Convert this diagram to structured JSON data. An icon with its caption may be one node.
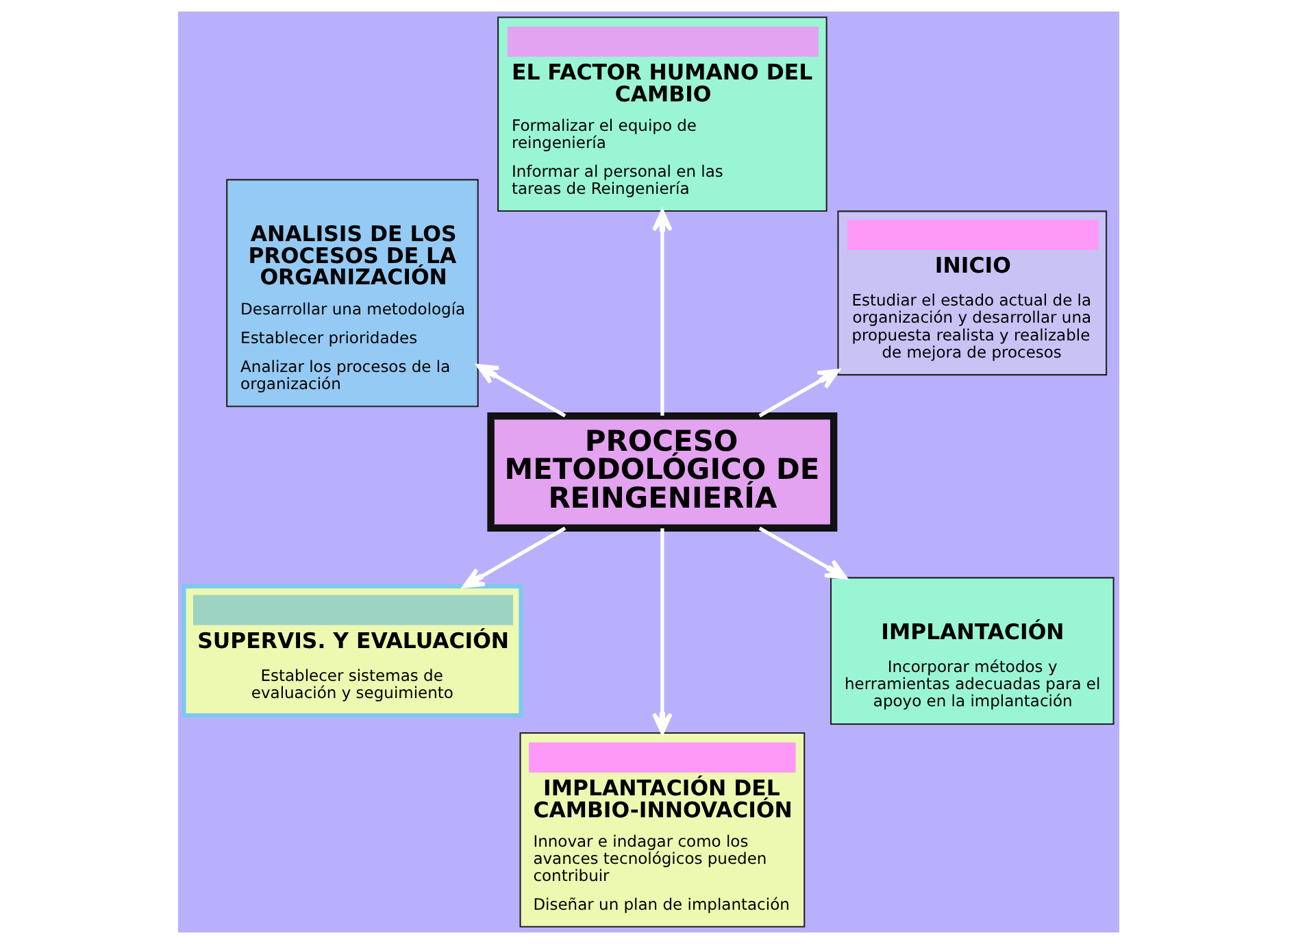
{
  "diagram": {
    "nodes": [
      {
        "text": [
          "INICIO",
          "Estudiar el estado actual de la organización y desarrollar una propuesta realista y realizable de mejora de procesos"
        ]
      },
      {
        "text": [
          "EL FACTOR HUMANO DEL CAMBIO",
          "Formalizar el equipo de reingeniería",
          "Informar al personal en las tareas de Reingeniería"
        ]
      },
      {
        "text": [
          "ANALISIS DE LOS PROCESOS DE LA ORGANIZACIÓN",
          "Desarrollar una metodología",
          "Establecer prioridades",
          "Analizar los procesos de la organización"
        ]
      },
      {
        "text": [
          "PROCESO METODOLÓGICO DE REINGENIERÍA"
        ]
      },
      {
        "text": [
          "SUPERVIS. Y EVALUACIÓN",
          "Establecer sistemas de evaluación y seguimiento"
        ]
      },
      {
        "text": [
          "IMPLANTACIÓN DEL CAMBIO-INNOVACIÓN",
          "Innovar e indagar como los avances tecnológicos pueden contribuir",
          "Diseñar un plan de implantación"
        ]
      },
      {
        "text": [
          "IMPLANTACIÓN",
          "Incorporar métodos y herramientas adecuadas para el apoyo en la implantación"
        ]
      }
    ],
    "edges": [
      {
        "from": 3,
        "to": 0,
        "arrow": "to"
      },
      {
        "from": 3,
        "to": 1,
        "arrow": "to"
      },
      {
        "from": 3,
        "to": 2,
        "arrow": "to"
      },
      {
        "from": 3,
        "to": 4,
        "arrow": "to"
      },
      {
        "from": 3,
        "to": 5,
        "arrow": "to"
      },
      {
        "from": 3,
        "to": 6,
        "arrow": "to"
      }
    ]
  }
}
